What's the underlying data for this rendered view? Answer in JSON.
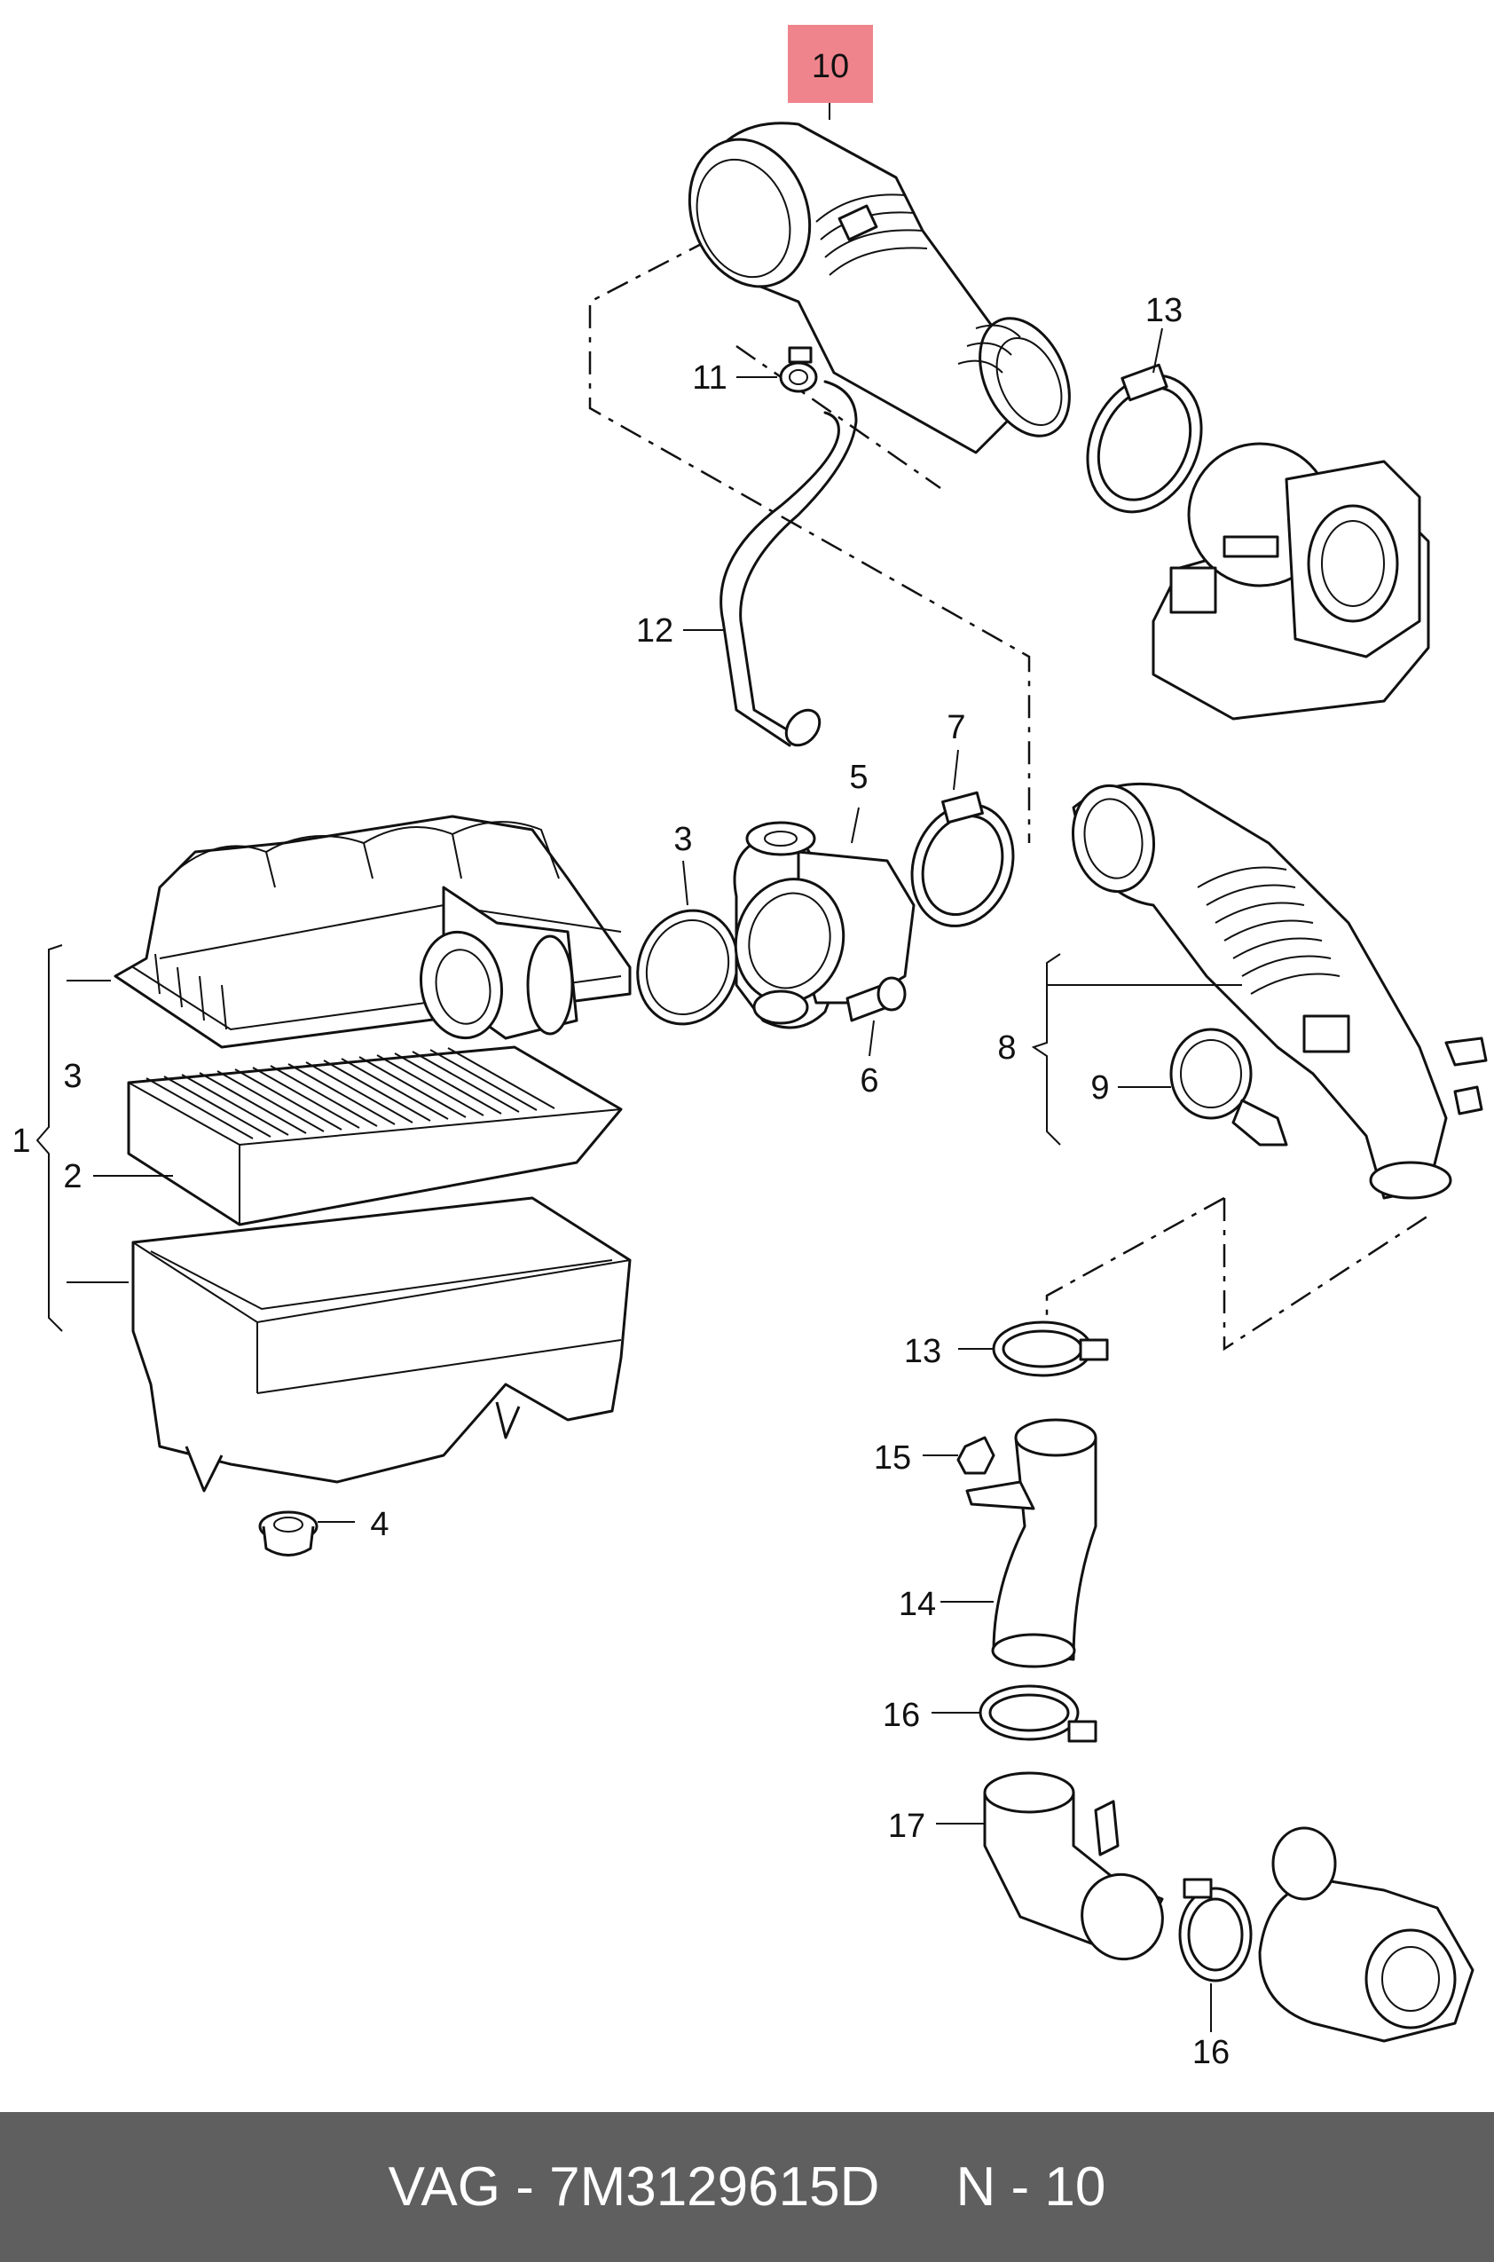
{
  "diagram": {
    "highlight_color": "#f0848c",
    "labels": {
      "l1": "1",
      "l2": "2",
      "l3a": "3",
      "l3b": "3",
      "l4": "4",
      "l5": "5",
      "l6": "6",
      "l7": "7",
      "l8": "8",
      "l9": "9",
      "l10": "10",
      "l11": "11",
      "l12": "12",
      "l13a": "13",
      "l13b": "13",
      "l14": "14",
      "l15": "15",
      "l16a": "16",
      "l16b": "16",
      "l17": "17"
    }
  },
  "footer": {
    "text": "VAG - 7M3129615D     N - 10",
    "background": "#5f5f5f"
  }
}
